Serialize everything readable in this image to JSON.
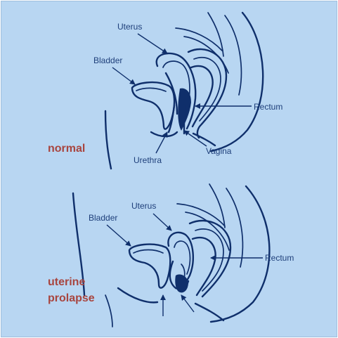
{
  "colors": {
    "background": "#b8d6f2",
    "line": "#0f2f6b",
    "label": "#1e3f7a",
    "state_label": "#a8453f"
  },
  "normal": {
    "state": "normal",
    "labels": {
      "uterus": "Uterus",
      "bladder": "Bladder",
      "rectum": "Rectum",
      "vagina": "Vagina",
      "urethra": "Urethra"
    }
  },
  "prolapse": {
    "state_line1": "uterine",
    "state_line2": "prolapse",
    "labels": {
      "uterus": "Uterus",
      "bladder": "Bladder",
      "rectum": "Rectum"
    }
  }
}
